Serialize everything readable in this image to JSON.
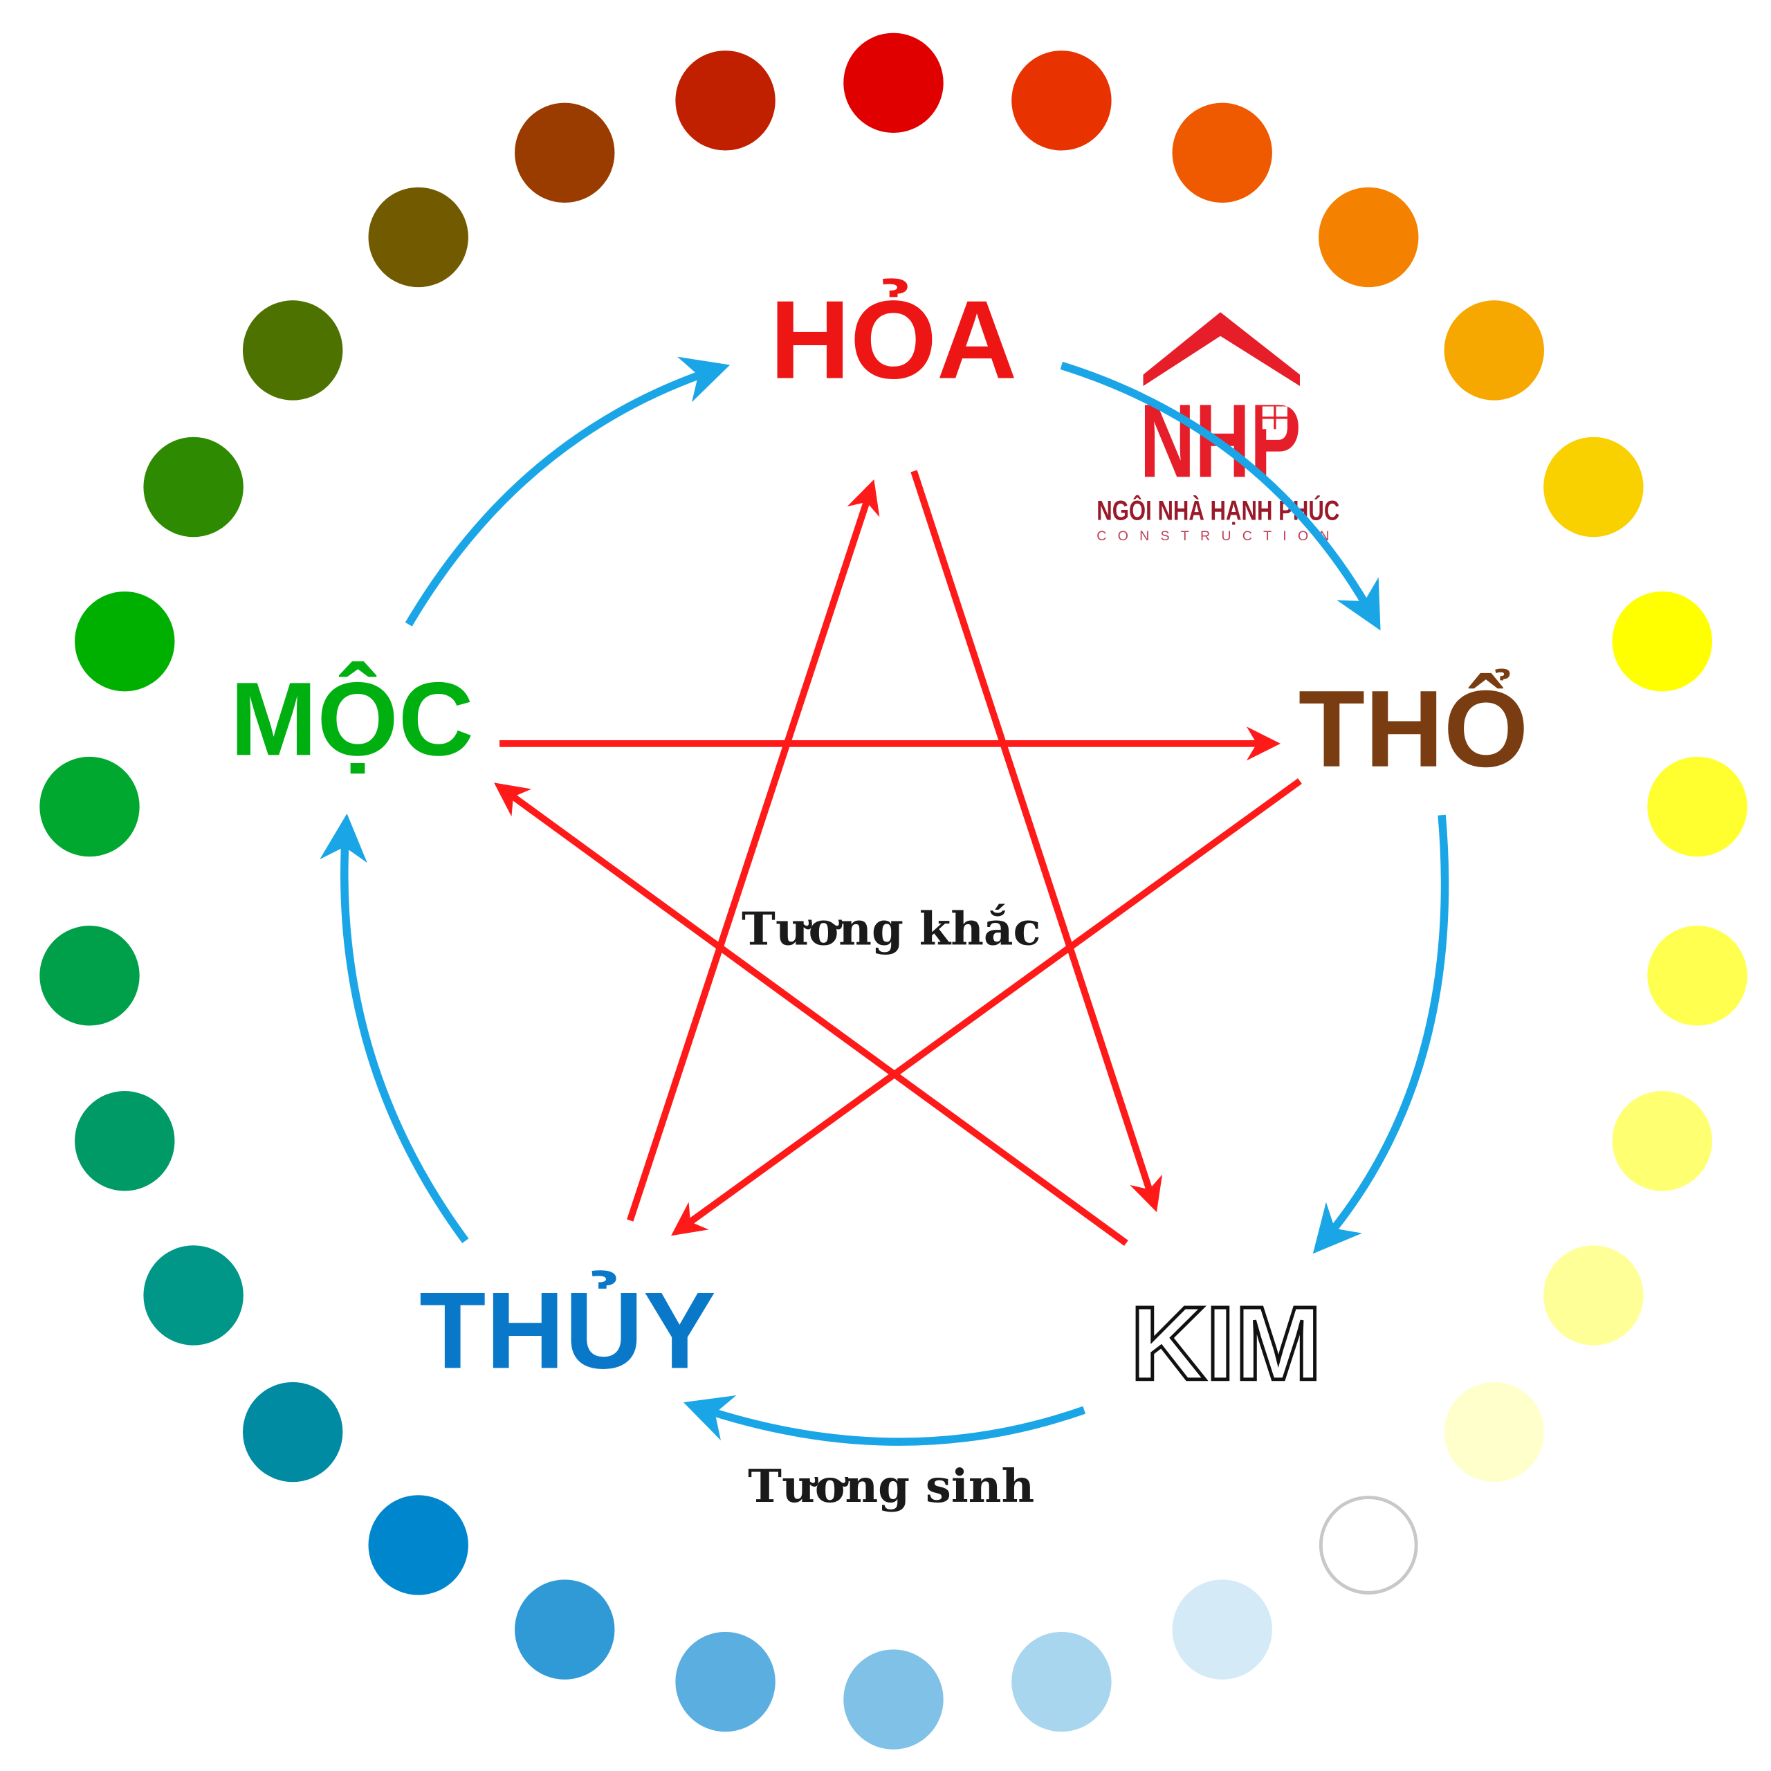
{
  "elements": {
    "hoa": {
      "label": "HỎA",
      "color": "#ee1515"
    },
    "moc": {
      "label": "MỘC",
      "color": "#00b010"
    },
    "tho": {
      "label": "THỔ",
      "color": "#7a3d12"
    },
    "thuy": {
      "label": "THỦY",
      "color": "#0a78c8"
    },
    "kim": {
      "label": "KIM",
      "color": "#111111"
    }
  },
  "captions": {
    "tuong_khac": "Tương khắc",
    "tuong_sinh": "Tương sinh"
  },
  "arrow_colors": {
    "khac": "#ff1a1a",
    "sinh": "#1aa6e6"
  },
  "logo": {
    "initials": "NHP",
    "name": "NGÔI NHÀ HẠNH PHÚC",
    "subtitle": "CONSTRUCTION",
    "color": "#e61e2a"
  },
  "color_ring": [
    "#e00000",
    "#e83200",
    "#ef5a00",
    "#f48200",
    "#f6a800",
    "#f9d000",
    "#ffff00",
    "#ffff30",
    "#ffff50",
    "#ffff72",
    "#ffff98",
    "#ffffcc",
    "#ffffff",
    "#d4eaf7",
    "#a8d6ef",
    "#80c1e8",
    "#5aaee0",
    "#2f9ad6",
    "#0086cc",
    "#008ba2",
    "#009688",
    "#009a66",
    "#00a04a",
    "#00a830",
    "#00b000",
    "#2e8a00",
    "#4e7200",
    "#725a00",
    "#9a3c00",
    "#c02000"
  ]
}
